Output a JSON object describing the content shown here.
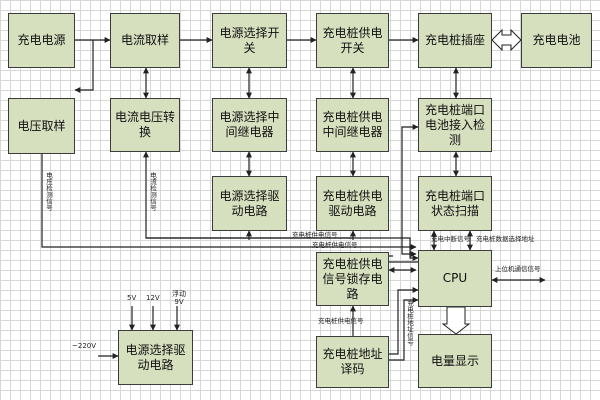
{
  "boxes": {
    "charge_source": "充电电源",
    "current_sampling": "电流取样",
    "power_select_switch": "电源选择开关",
    "pile_supply_switch": "充电桩供电开关",
    "pile_socket": "充电桩插座",
    "charge_battery": "充电电池",
    "voltage_sampling": "电压取样",
    "cv_convert": "电流电压转换",
    "power_select_relay": "电源选择中间继电器",
    "pile_supply_relay": "充电桩供电中间继电器",
    "port_battery_detect": "充电桩端口电池接入检测",
    "power_select_drive_top": "电源选择驱动电路",
    "pile_supply_drive": "充电桩供电驱动电路",
    "port_status_scan": "充电桩端口状态扫描",
    "pile_supply_latch": "充电桩供电信号锁存电路",
    "cpu": "CPU",
    "power_select_drive_bottom": "电源选择驱动电路",
    "pile_address_decode": "充电桩地址译码",
    "charge_display": "电量显示"
  },
  "signals": {
    "voltage_signal": "电压检测信号",
    "current_signal": "电流检测信号",
    "pile_supply_signal_1": "充电桩供电信号",
    "pile_supply_signal_2": "充电桩供电信号",
    "interrupt_signal": "充电中断信号",
    "port_data_signal": "充电桩数据选择地址",
    "host_comm_signal": "上位机通信信号",
    "pile_address_signal": "充电桩地址信号",
    "ac_220v": "~220V",
    "v5": "5V",
    "v12": "12V",
    "float_9v": "浮动9V"
  }
}
